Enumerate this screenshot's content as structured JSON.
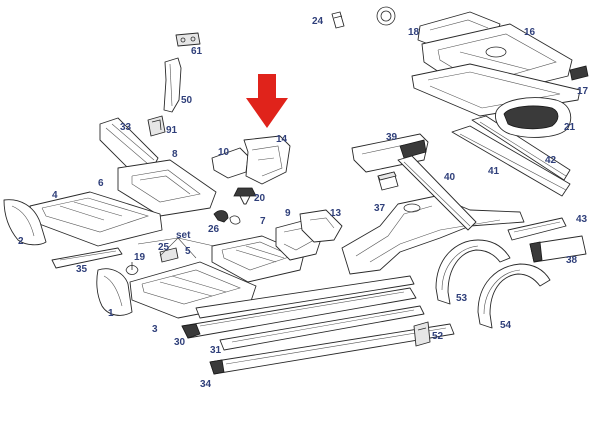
{
  "diagram": {
    "labels": {
      "p1": "1",
      "p2": "2",
      "p3": "3",
      "p4": "4",
      "p5": "5",
      "p6": "6",
      "p7": "7",
      "p8": "8",
      "p9": "9",
      "p10": "10",
      "p13": "13",
      "p14": "14",
      "p16": "16",
      "p17": "17",
      "p18": "18",
      "p19": "19",
      "p20": "20",
      "p21": "21",
      "p24": "24",
      "p25": "25",
      "p26": "26",
      "p30": "30",
      "p31": "31",
      "p33": "33",
      "p34": "34",
      "p35": "35",
      "p37": "37",
      "p38": "38",
      "p39": "39",
      "p40": "40",
      "p41": "41",
      "p42": "42",
      "p43": "43",
      "p50": "50",
      "p52": "52",
      "p53": "53",
      "p54": "54",
      "p61": "61",
      "p91": "91",
      "set": "set"
    },
    "colors": {
      "label": "#2f3f7a",
      "arrow": "#e0231b",
      "line": "#2a2a2a"
    },
    "highlight": {
      "icon": "arrow-down-icon",
      "target": "14"
    }
  }
}
